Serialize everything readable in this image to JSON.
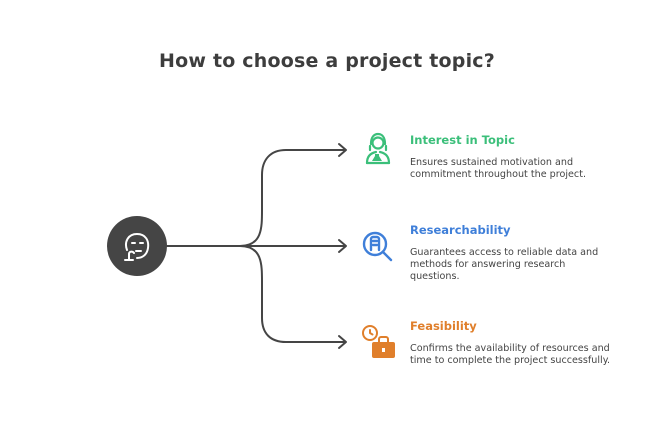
{
  "title": "How to choose a project topic?",
  "colors": {
    "hub": "#454545",
    "connector": "#454545",
    "interest": "#3bbf7a",
    "research": "#3f7fd9",
    "feasibility": "#e07f2b"
  },
  "items": [
    {
      "icon": "person-with-flask-icon",
      "title": "Interest in Topic",
      "description": "Ensures sustained motivation and commitment throughout the project."
    },
    {
      "icon": "magnifier-document-icon",
      "title": "Researchability",
      "description": "Guarantees access to reliable data and methods for answering research questions."
    },
    {
      "icon": "clock-briefcase-icon",
      "title": "Feasibility",
      "description": "Confirms the availability of resources and time to complete the project successfully."
    }
  ]
}
